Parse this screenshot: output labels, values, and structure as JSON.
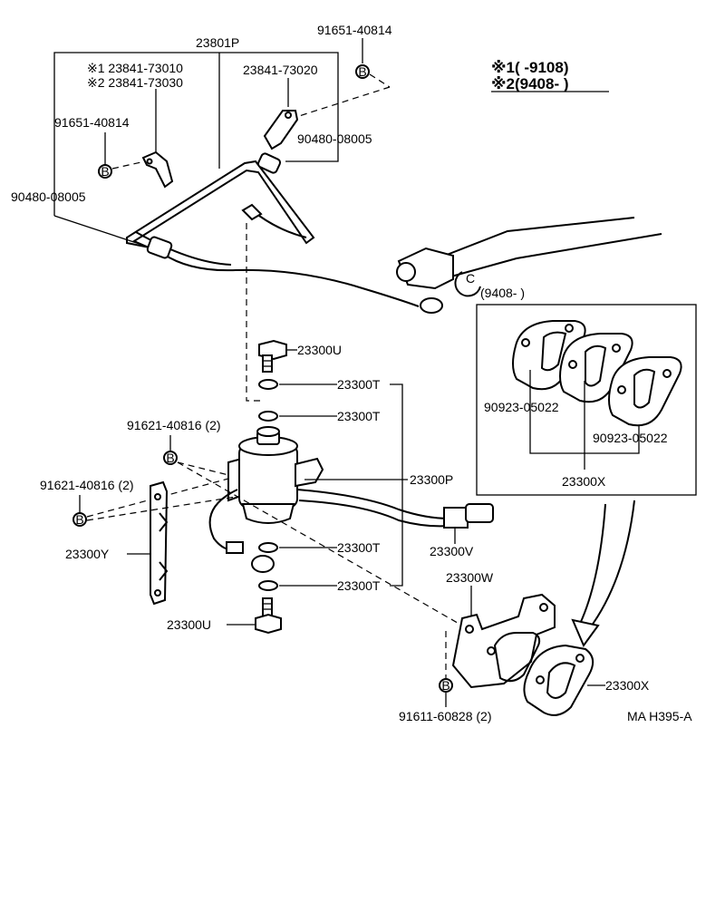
{
  "labels": {
    "l_23801p": "23801P",
    "l_91651_a": "91651-40814",
    "l_23841_73010": "※1 23841-73010",
    "l_23841_73030": "※2 23841-73030",
    "l_23841_73020": "23841-73020",
    "l_91651_b": "91651-40814",
    "l_90480_a": "90480-08005",
    "l_90480_b": "90480-08005",
    "l_23300u_top": "23300U",
    "l_23300t_1": "23300T",
    "l_23300t_2": "23300T",
    "l_23300t_3": "23300T",
    "l_23300t_4": "23300T",
    "l_91621_a": "91621-40816 (2)",
    "l_91621_b": "91621-40816 (2)",
    "l_23300p": "23300P",
    "l_23300y": "23300Y",
    "l_23300v": "23300V",
    "l_23300w": "23300W",
    "l_23300u_bot": "23300U",
    "l_91611": "91611-60828 (2)",
    "l_23300x_inset": "23300X",
    "l_90923_a": "90923-05022",
    "l_90923_b": "90923-05022",
    "l_23300x_bot": "23300X",
    "l_9408_inset": "(9408-        )",
    "l_c": "C",
    "l_code": "MA H395-A"
  },
  "legend": {
    "note1": "※1(       -9108)",
    "note2": "※2(9408-        )"
  },
  "markers": {
    "b": "B"
  }
}
